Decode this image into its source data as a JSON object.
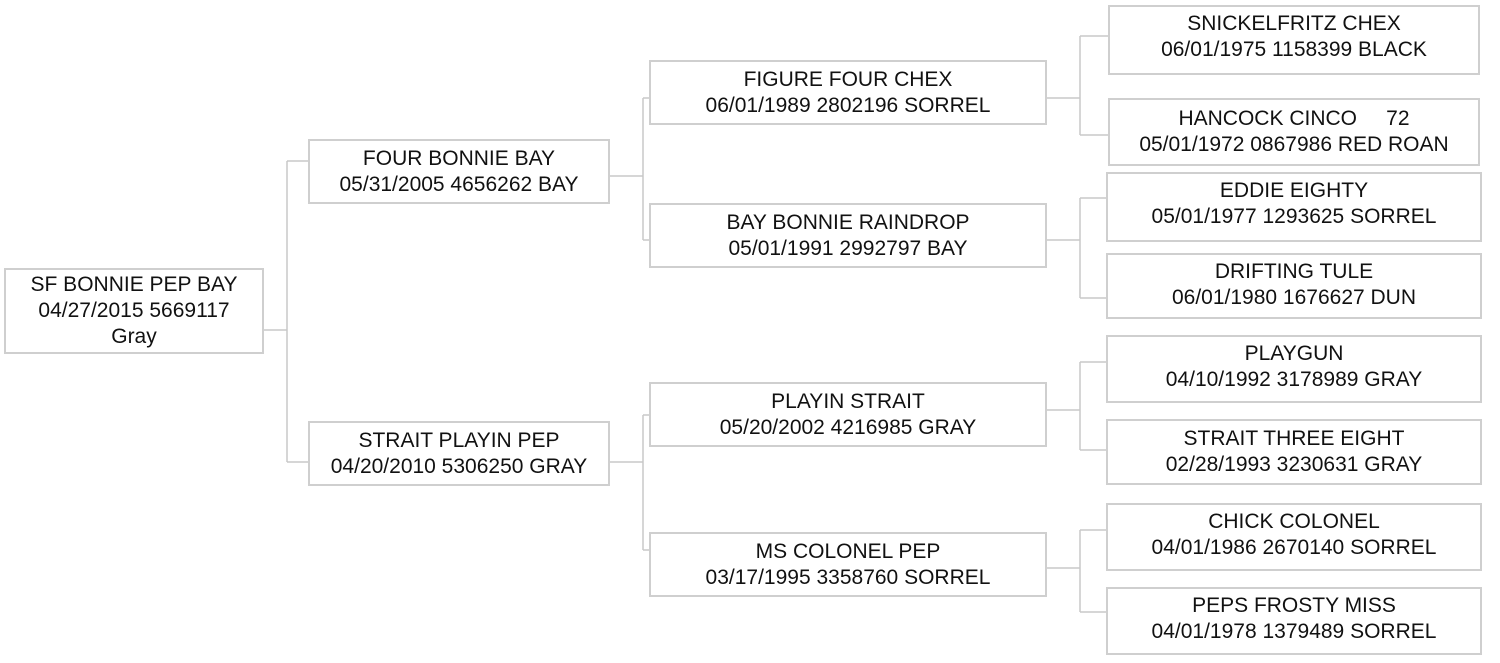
{
  "subject": {
    "name": "SF BONNIE PEP BAY",
    "details": "04/27/2015 5669117",
    "color": "Gray"
  },
  "sire": {
    "name": "FOUR BONNIE BAY",
    "details": "05/31/2005 4656262 BAY"
  },
  "dam": {
    "name": "STRAIT PLAYIN PEP",
    "details": "04/20/2010 5306250 GRAY"
  },
  "sire_sire": {
    "name": "FIGURE FOUR CHEX",
    "details": "06/01/1989 2802196 SORREL"
  },
  "sire_dam": {
    "name": "BAY BONNIE RAINDROP",
    "details": "05/01/1991 2992797 BAY"
  },
  "dam_sire": {
    "name": "PLAYIN STRAIT",
    "details": "05/20/2002 4216985 GRAY"
  },
  "dam_dam": {
    "name": "MS COLONEL PEP",
    "details": "03/17/1995 3358760 SORREL"
  },
  "gen3": [
    {
      "name": "SNICKELFRITZ CHEX",
      "details": "06/01/1975 1158399 BLACK"
    },
    {
      "name": "HANCOCK CINCO     72",
      "details": "05/01/1972 0867986 RED ROAN"
    },
    {
      "name": "EDDIE EIGHTY",
      "details": "05/01/1977 1293625 SORREL"
    },
    {
      "name": "DRIFTING TULE",
      "details": "06/01/1980 1676627 DUN"
    },
    {
      "name": "PLAYGUN",
      "details": "04/10/1992 3178989 GRAY"
    },
    {
      "name": "STRAIT THREE EIGHT",
      "details": "02/28/1993 3230631 GRAY"
    },
    {
      "name": "CHICK COLONEL",
      "details": "04/01/1986 2670140 SORREL"
    },
    {
      "name": "PEPS FROSTY MISS",
      "details": "04/01/1978 1379489 SORREL"
    }
  ]
}
